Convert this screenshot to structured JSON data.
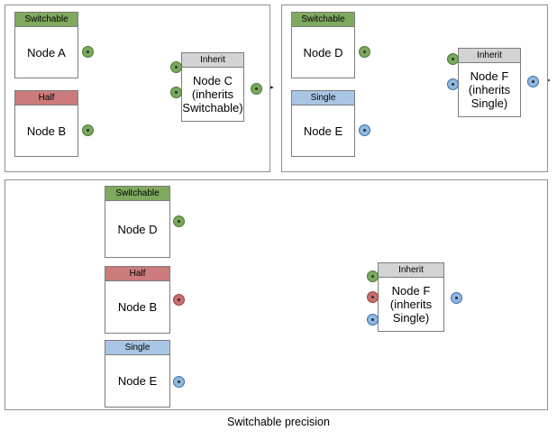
{
  "diagram": {
    "caption": "Switchable precision",
    "colors": {
      "switchable_green": "#7fa95f",
      "half_red": "#cb7b7b",
      "single_blue": "#a9c5e5",
      "inherit_grey": "#d3d3d3",
      "panel_border": "#8f8f8f",
      "edge": "#4a4a4a"
    },
    "panels": [
      {
        "id": "panel-top-left",
        "nodes": [
          {
            "id": "node-a",
            "header": "Switchable",
            "header_color": "green",
            "label": "Node A"
          },
          {
            "id": "node-b",
            "header": "Half",
            "header_color": "red",
            "label": "Node B"
          },
          {
            "id": "node-c",
            "header": "Inherit",
            "header_color": "grey",
            "label": "Node C\n(inherits\nSwitchable)"
          }
        ],
        "edges": [
          {
            "from": "node-a",
            "to": "node-c",
            "port_color": "green"
          },
          {
            "from": "node-b",
            "to": "node-c",
            "port_color": "green"
          }
        ]
      },
      {
        "id": "panel-top-right",
        "nodes": [
          {
            "id": "node-d",
            "header": "Switchable",
            "header_color": "green",
            "label": "Node D"
          },
          {
            "id": "node-e",
            "header": "Single",
            "header_color": "blue",
            "label": "Node E"
          },
          {
            "id": "node-f",
            "header": "Inherit",
            "header_color": "grey",
            "label": "Node F\n(inherits\nSingle)"
          }
        ],
        "edges": [
          {
            "from": "node-d",
            "to": "node-f",
            "port_color": "green"
          },
          {
            "from": "node-e",
            "to": "node-f",
            "port_color": "blue"
          }
        ]
      },
      {
        "id": "panel-bottom",
        "nodes": [
          {
            "id": "node-d2",
            "header": "Switchable",
            "header_color": "green",
            "label": "Node D"
          },
          {
            "id": "node-b2",
            "header": "Half",
            "header_color": "red",
            "label": "Node B"
          },
          {
            "id": "node-e2",
            "header": "Single",
            "header_color": "blue",
            "label": "Node E"
          },
          {
            "id": "node-f2",
            "header": "Inherit",
            "header_color": "grey",
            "label": "Node F\n(inherits\nSingle)"
          }
        ],
        "edges": [
          {
            "from": "node-d2",
            "to": "node-f2",
            "port_color": "green"
          },
          {
            "from": "node-b2",
            "to": "node-f2",
            "port_color": "red"
          },
          {
            "from": "node-e2",
            "to": "node-f2",
            "port_color": "blue"
          }
        ]
      }
    ],
    "labels": {
      "switchable": "Switchable",
      "half": "Half",
      "single": "Single",
      "inherit": "Inherit",
      "node_a": "Node A",
      "node_b": "Node B",
      "node_c_line1": "Node C",
      "node_c_line2": "(inherits",
      "node_c_line3": "Switchable)",
      "node_d": "Node D",
      "node_e": "Node E",
      "node_f_line1": "Node F",
      "node_f_line2": "(inherits",
      "node_f_line3": "Single)"
    }
  }
}
